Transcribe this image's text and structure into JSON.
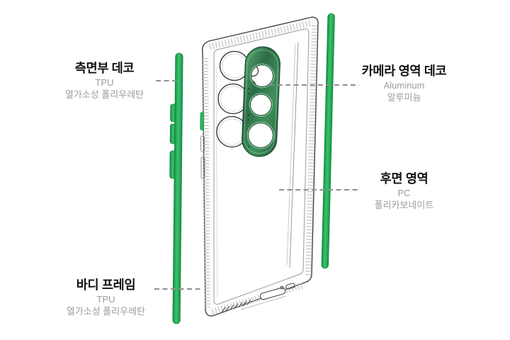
{
  "page": {
    "background": "#ffffff",
    "kind": "exploded-view-product-diagram"
  },
  "colors": {
    "rail_green": "#2bab57",
    "rail_green_dark": "#149044",
    "deco_green": "#35794f",
    "title_text": "#111111",
    "subtitle_text": "#9b9b9b",
    "leader_line": "#909090",
    "case_outline": "#424242"
  },
  "callouts": [
    {
      "id": "side-deco",
      "side": "left",
      "title": "측면부 데코",
      "material": "TPU",
      "material_korean": "열가소성 폴리우레탄"
    },
    {
      "id": "camera-deco",
      "side": "right",
      "title": "카메라 영역 데코",
      "material": "Aluminum",
      "material_korean": "알루미늄"
    },
    {
      "id": "back-area",
      "side": "right",
      "title": "후면 영역",
      "material": "PC",
      "material_korean": "폴리카보네이트"
    },
    {
      "id": "body-frame",
      "side": "left",
      "title": "바디 프레임",
      "material": "TPU",
      "material_korean": "열가소성 폴리우레탄"
    }
  ],
  "diagram": {
    "parts": [
      "left-side-rail-with-buttons",
      "right-side-rail",
      "camera-deco-plate",
      "clear-case-body"
    ]
  }
}
